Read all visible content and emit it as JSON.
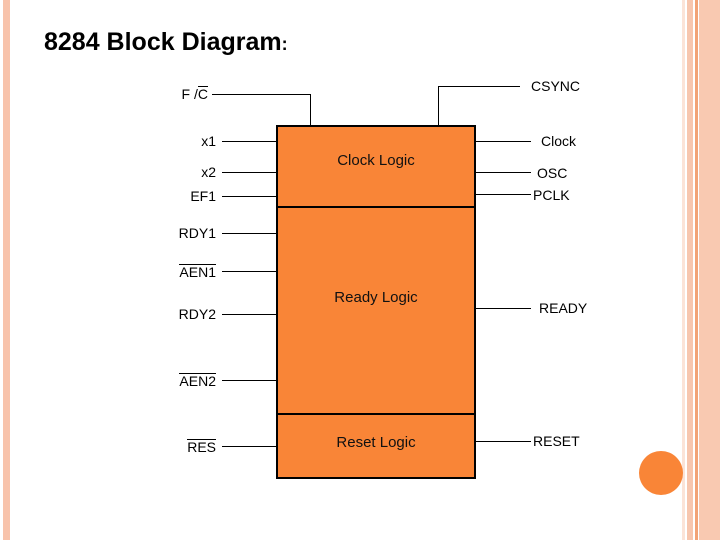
{
  "slide": {
    "title_main": "8284 Block Diagram",
    "title_tail": ":",
    "background_color": "#ffffff",
    "accent_color": "#f98537",
    "stripe_colors": [
      "#f8c3ab",
      "#fbe3d7",
      "#f7c6ae",
      "#f2a376",
      "#f9c9b1"
    ]
  },
  "diagram": {
    "blocks": [
      {
        "id": "clock-logic",
        "label": "Clock Logic"
      },
      {
        "id": "ready-logic",
        "label": "Ready Logic"
      },
      {
        "id": "reset-logic",
        "label": "Reset Logic"
      }
    ],
    "inputs": [
      {
        "id": "f-c",
        "label": "F /",
        "overline": "C"
      },
      {
        "id": "x1",
        "label": "x1",
        "overline": ""
      },
      {
        "id": "x2",
        "label": "x2",
        "overline": ""
      },
      {
        "id": "ef1",
        "label": "EF1",
        "overline": ""
      },
      {
        "id": "rdy1",
        "label": "RDY1",
        "overline": ""
      },
      {
        "id": "aen1",
        "label": "",
        "overline": "AEN1"
      },
      {
        "id": "rdy2",
        "label": "RDY2",
        "overline": ""
      },
      {
        "id": "aen2",
        "label": "",
        "overline": "AEN2"
      },
      {
        "id": "res",
        "label": "",
        "overline": "RES"
      }
    ],
    "outputs": [
      {
        "id": "csync",
        "label": "CSYNC"
      },
      {
        "id": "clock",
        "label": "Clock"
      },
      {
        "id": "osc",
        "label": "OSC"
      },
      {
        "id": "pclk",
        "label": "PCLK"
      },
      {
        "id": "ready",
        "label": "READY"
      },
      {
        "id": "reset",
        "label": "RESET"
      }
    ]
  }
}
